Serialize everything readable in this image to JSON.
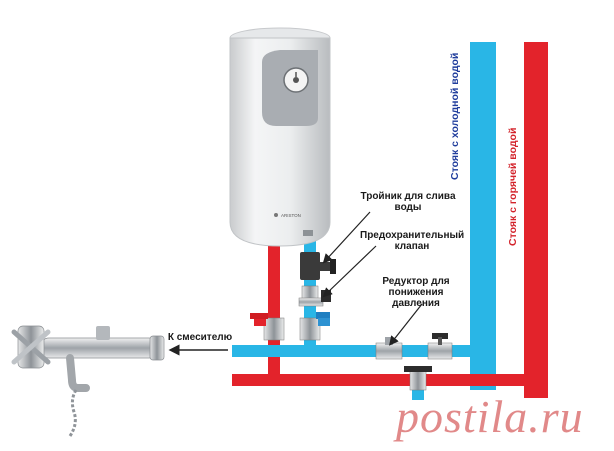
{
  "labels": {
    "cold_riser": "Стояк с холодной водой",
    "hot_riser": "Стояк с горячей водой",
    "tee": "Тройник для слива воды",
    "tee_l1": "Тройник для слива",
    "tee_l2": "воды",
    "safety_l1": "Предохранительный",
    "safety_l2": "клапан",
    "reducer_l1": "Редуктор для понижения",
    "reducer_l2": "давления",
    "to_mixer": "К смесителю",
    "brand": "ARISTON"
  },
  "watermark": "postila.ru",
  "icons": [
    "water-heater-icon",
    "mixer-faucet-icon",
    "ball-valve-icon",
    "arrow-left-icon"
  ],
  "colors": {
    "cold": "#29b6e6",
    "hot": "#e3232b",
    "cold_label": "#1f3c9c",
    "hot_label": "#d3232b",
    "watermark": "#c82828"
  }
}
